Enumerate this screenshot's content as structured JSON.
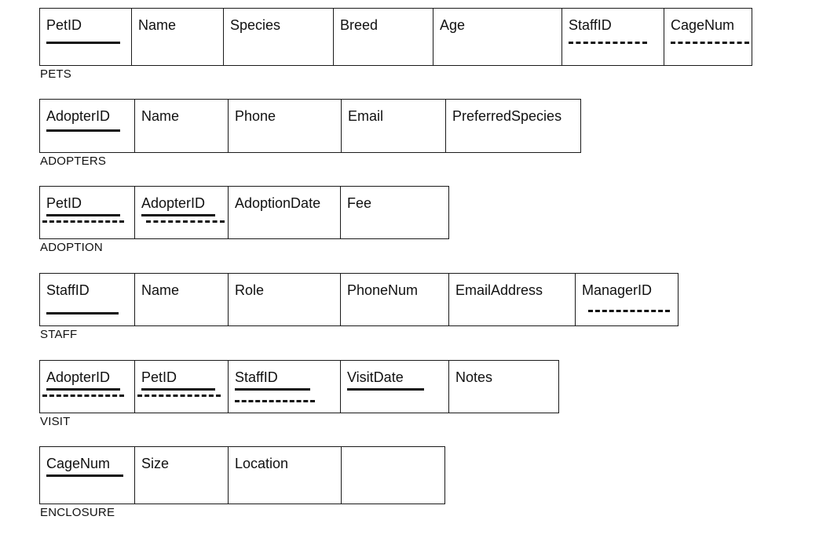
{
  "relations": [
    {
      "name": "PETS",
      "attributes": [
        {
          "label": "PetID",
          "key": "primary"
        },
        {
          "label": "Name",
          "key": "none"
        },
        {
          "label": "Species",
          "key": "none"
        },
        {
          "label": "Breed",
          "key": "none"
        },
        {
          "label": "Age",
          "key": "none"
        },
        {
          "label": "StaffID",
          "key": "foreign"
        },
        {
          "label": "CageNum",
          "key": "foreign"
        }
      ]
    },
    {
      "name": "ADOPTERS",
      "attributes": [
        {
          "label": "AdopterID",
          "key": "primary"
        },
        {
          "label": "Name",
          "key": "none"
        },
        {
          "label": "Phone",
          "key": "none"
        },
        {
          "label": "Email",
          "key": "none"
        },
        {
          "label": "PreferredSpecies",
          "key": "none"
        }
      ]
    },
    {
      "name": "ADOPTION",
      "attributes": [
        {
          "label": "PetID",
          "key": "primary-foreign"
        },
        {
          "label": "AdopterID",
          "key": "primary-foreign"
        },
        {
          "label": "AdoptionDate",
          "key": "none"
        },
        {
          "label": "Fee",
          "key": "none"
        }
      ]
    },
    {
      "name": "STAFF",
      "attributes": [
        {
          "label": "StaffID",
          "key": "primary"
        },
        {
          "label": "Name",
          "key": "none"
        },
        {
          "label": "Role",
          "key": "none"
        },
        {
          "label": "PhoneNum",
          "key": "none"
        },
        {
          "label": "EmailAddress",
          "key": "none"
        },
        {
          "label": "ManagerID",
          "key": "foreign"
        }
      ]
    },
    {
      "name": "VISIT",
      "attributes": [
        {
          "label": "AdopterID",
          "key": "primary-foreign"
        },
        {
          "label": "PetID",
          "key": "primary-foreign"
        },
        {
          "label": "StaffID",
          "key": "primary-foreign"
        },
        {
          "label": "VisitDate",
          "key": "primary"
        },
        {
          "label": "Notes",
          "key": "none"
        }
      ]
    },
    {
      "name": "ENCLOSURE",
      "attributes": [
        {
          "label": "CageNum",
          "key": "primary"
        },
        {
          "label": "Size",
          "key": "none"
        },
        {
          "label": "Location",
          "key": "none"
        },
        {
          "label": "",
          "key": "none"
        }
      ]
    }
  ]
}
